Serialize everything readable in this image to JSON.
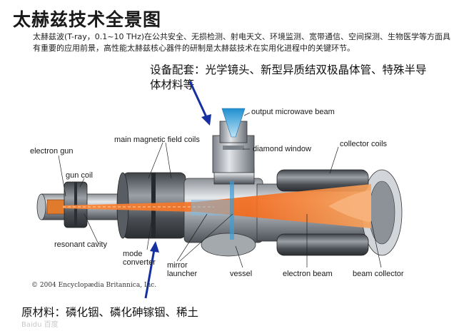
{
  "title": "太赫兹技术全景图",
  "intro": "太赫兹波(T-ray，0.1~10 THz)在公共安全、无损检测、射电天文、环境监测、宽带通信、空间探测、生物医学等方面具有重要的应用前景，高性能太赫兹核心器件的研制是太赫兹技术在实用化进程中的关键环节。",
  "supplier_note": "设备配套：光学镜头、新型异质结双极晶体管、特殊半导体材料等",
  "materials_note": "原材料：磷化铟、磷化砷镓铟、稀土",
  "copyright": "© 2004 Encyclopædia Britannica, Inc.",
  "watermark": "Baidu 百度",
  "labels": {
    "electron_gun": "electron gun",
    "gun_coil": "gun coil",
    "main_coils": "main magnetic field coils",
    "output_beam": "output microwave beam",
    "diamond_window": "diamond window",
    "collector_coils": "collector coils",
    "resonant_cavity": "resonant cavity",
    "mode_converter": "mode\nconverter",
    "mirror_launcher": "mirror\nlauncher",
    "vessel": "vessel",
    "electron_beam": "electron beam",
    "beam_collector": "beam collector"
  },
  "colors": {
    "arrow_blue": "#1530a0",
    "beam_orange": "#f26a1b",
    "output_blue": "#3aa0d8",
    "metal_dark": "#5a5f66",
    "metal_light": "#c9ced3"
  }
}
